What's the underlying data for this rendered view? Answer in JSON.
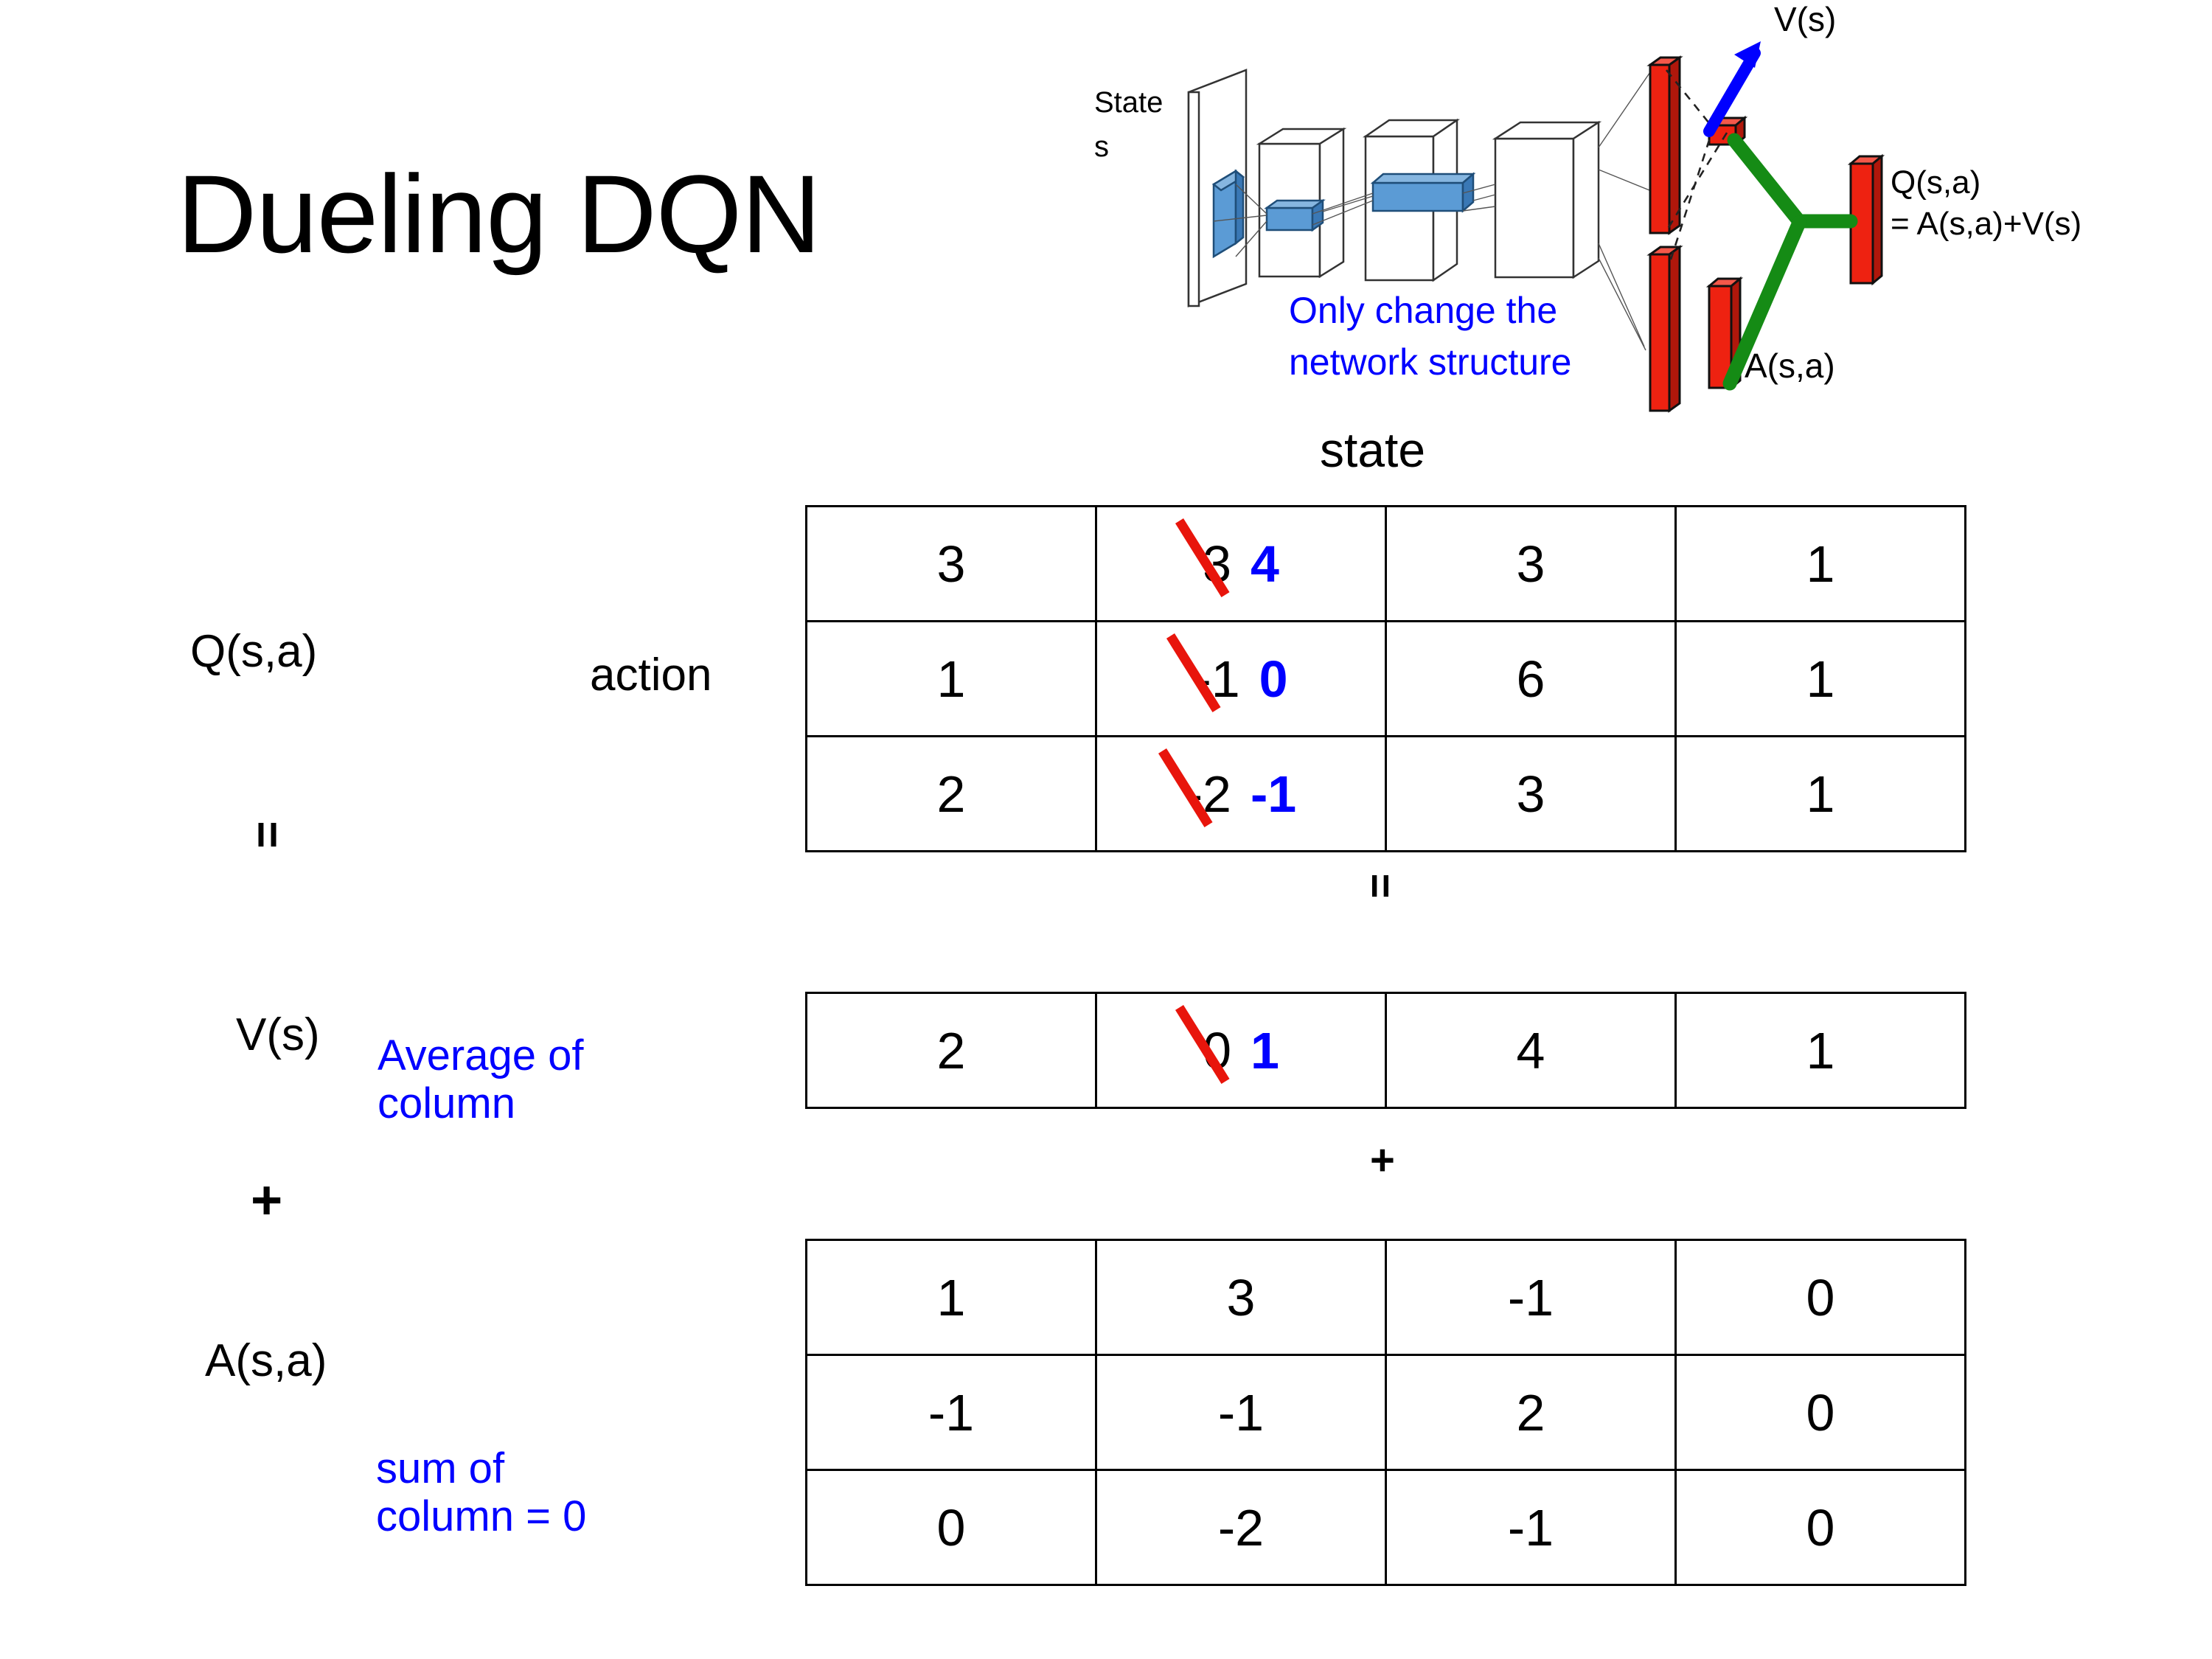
{
  "slide": {
    "title": "Dueling DQN"
  },
  "figure": {
    "state_label_line1": "State",
    "state_label_line2": "s",
    "note_line1": "Only change the",
    "note_line2": "network structure",
    "value_label": "V(s)",
    "advantage_label": "A(s,a)",
    "q_label_line1": "Q(s,a)",
    "q_label_line2": "= A(s,a)+V(s)",
    "colors": {
      "note": "#0000FF",
      "value_arrow": "#0000FF",
      "combine_link": "#158B15",
      "output_bar": "#EE2211",
      "conv_block": "#5B9BD5"
    }
  },
  "labels": {
    "q_label": "Q(s,a)",
    "action_axis": "action",
    "state_axis": "state",
    "v_label": "V(s)",
    "a_label": "A(s,a)",
    "eq_symbol": "=",
    "plus_symbol": "+",
    "note_average_line1": "Average of",
    "note_average_line2": "column",
    "note_sum_line1": "sum of",
    "note_sum_line2": "column = 0"
  },
  "chart_data": {
    "type": "table",
    "title": "Dueling DQN value decomposition Q(s,a) = V(s) + A(s,a)",
    "xlabel": "state",
    "ylabel": "action",
    "accent_edit_old": "#E8150C",
    "accent_edit_new": "#0000FF",
    "tables": [
      {
        "name": "Q(s,a)",
        "rows": [
          [
            {
              "value": "3"
            },
            {
              "value": "3",
              "edited": true,
              "new_value": "4"
            },
            {
              "value": "3"
            },
            {
              "value": "1"
            }
          ],
          [
            {
              "value": "1"
            },
            {
              "value": "-1",
              "edited": true,
              "new_value": "0"
            },
            {
              "value": "6"
            },
            {
              "value": "1"
            }
          ],
          [
            {
              "value": "2"
            },
            {
              "value": "-2",
              "edited": true,
              "new_value": "-1"
            },
            {
              "value": "3"
            },
            {
              "value": "1"
            }
          ]
        ]
      },
      {
        "name": "V(s)",
        "rows": [
          [
            {
              "value": "2"
            },
            {
              "value": "0",
              "edited": true,
              "new_value": "1"
            },
            {
              "value": "4"
            },
            {
              "value": "1"
            }
          ]
        ]
      },
      {
        "name": "A(s,a)",
        "rows": [
          [
            {
              "value": "1"
            },
            {
              "value": "3"
            },
            {
              "value": "-1"
            },
            {
              "value": "0"
            }
          ],
          [
            {
              "value": "-1"
            },
            {
              "value": "-1"
            },
            {
              "value": "2"
            },
            {
              "value": "0"
            }
          ],
          [
            {
              "value": "0"
            },
            {
              "value": "-2"
            },
            {
              "value": "-1"
            },
            {
              "value": "0"
            }
          ]
        ]
      }
    ]
  }
}
